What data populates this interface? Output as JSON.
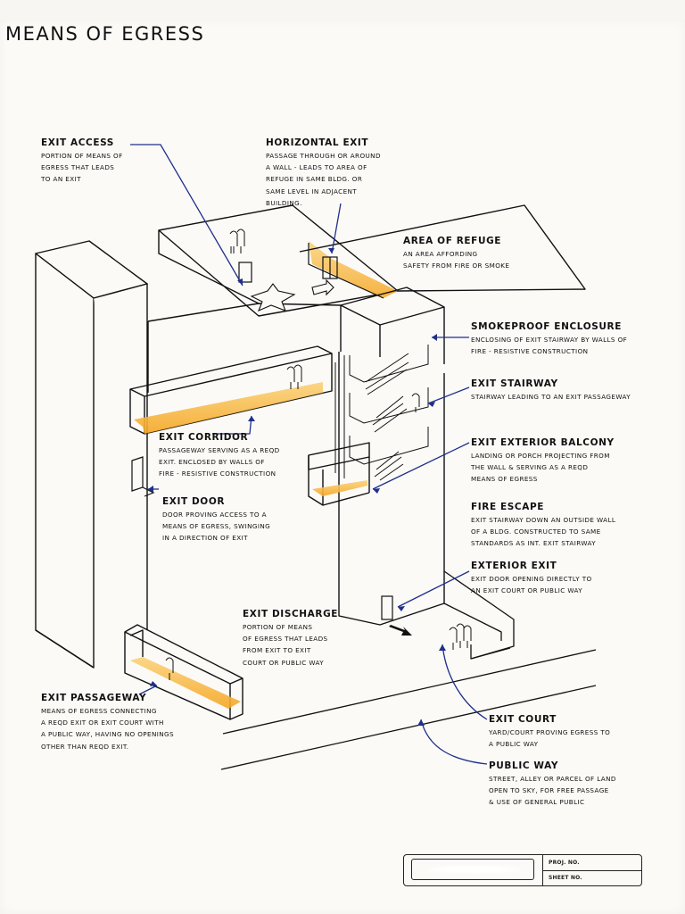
{
  "title": "MEANS OF EGRESS",
  "annotations": {
    "exit_access": {
      "heading": "EXIT ACCESS",
      "lines": [
        "PORTION OF MEANS OF",
        "EGRESS THAT LEADS",
        "TO AN EXIT"
      ]
    },
    "horizontal_exit": {
      "heading": "HORIZONTAL EXIT",
      "lines": [
        "PASSAGE THROUGH OR AROUND",
        "A WALL - LEADS TO AREA OF",
        "REFUGE IN SAME BLDG. OR",
        "SAME LEVEL IN ADJACENT",
        "BUILDING."
      ]
    },
    "area_of_refuge": {
      "heading": "AREA OF REFUGE",
      "lines": [
        "AN AREA AFFORDING",
        "SAFETY FROM FIRE OR SMOKE"
      ]
    },
    "smokeproof_enclosure": {
      "heading": "SMOKEPROOF ENCLOSURE",
      "lines": [
        "ENCLOSING OF EXIT STAIRWAY BY WALLS OF",
        "FIRE - RESISTIVE CONSTRUCTION"
      ]
    },
    "exit_stairway": {
      "heading": "EXIT STAIRWAY",
      "lines": [
        "STAIRWAY LEADING TO AN EXIT PASSAGEWAY"
      ]
    },
    "exit_corridor": {
      "heading": "EXIT CORRIDOR",
      "lines": [
        "PASSAGEWAY SERVING AS A REQD",
        "EXIT. ENCLOSED BY WALLS OF",
        "FIRE - RESISTIVE CONSTRUCTION"
      ]
    },
    "exit_exterior_balcony": {
      "heading": "EXIT EXTERIOR BALCONY",
      "lines": [
        "LANDING OR PORCH PROJECTING FROM",
        "THE WALL & SERVING AS A REQD",
        "MEANS OF EGRESS"
      ]
    },
    "exit_door": {
      "heading": "EXIT DOOR",
      "lines": [
        "DOOR PROVING ACCESS TO A",
        "MEANS OF EGRESS, SWINGING",
        "IN A DIRECTION OF EXIT"
      ]
    },
    "fire_escape": {
      "heading": "FIRE ESCAPE",
      "lines": [
        "EXIT STAIRWAY DOWN AN OUTSIDE WALL",
        "OF A BLDG. CONSTRUCTED TO SAME",
        "STANDARDS AS INT. EXIT STAIRWAY"
      ]
    },
    "exterior_exit": {
      "heading": "EXTERIOR EXIT",
      "lines": [
        "EXIT DOOR OPENING DIRECTLY TO",
        "AN EXIT COURT OR PUBLIC WAY"
      ]
    },
    "exit_discharge": {
      "heading": "EXIT DISCHARGE",
      "lines": [
        "PORTION OF MEANS",
        "OF EGRESS THAT LEADS",
        "FROM EXIT TO EXIT",
        "COURT OR PUBLIC WAY"
      ]
    },
    "exit_passageway": {
      "heading": "EXIT PASSAGEWAY",
      "lines": [
        "MEANS OF EGRESS CONNECTING",
        "A REQD EXIT OR EXIT COURT WITH",
        "A PUBLIC WAY, HAVING NO OPENINGS",
        "OTHER THAN REQD EXIT."
      ]
    },
    "exit_court": {
      "heading": "EXIT COURT",
      "lines": [
        "YARD/COURT PROVING EGRESS TO",
        "A PUBLIC WAY"
      ]
    },
    "public_way": {
      "heading": "PUBLIC WAY",
      "lines": [
        "STREET, ALLEY OR PARCEL OF LAND",
        "OPEN TO SKY, FOR FREE PASSAGE",
        "& USE OF GENERAL PUBLIC"
      ]
    }
  },
  "title_block": {
    "proj_label": "PROJ. NO.",
    "sheet_label": "SHEET NO."
  },
  "colors": {
    "ink": "#111111",
    "leader_blue": "#1f2f8c",
    "highlight": "#f7b733",
    "paper": "#fbfaf7"
  }
}
